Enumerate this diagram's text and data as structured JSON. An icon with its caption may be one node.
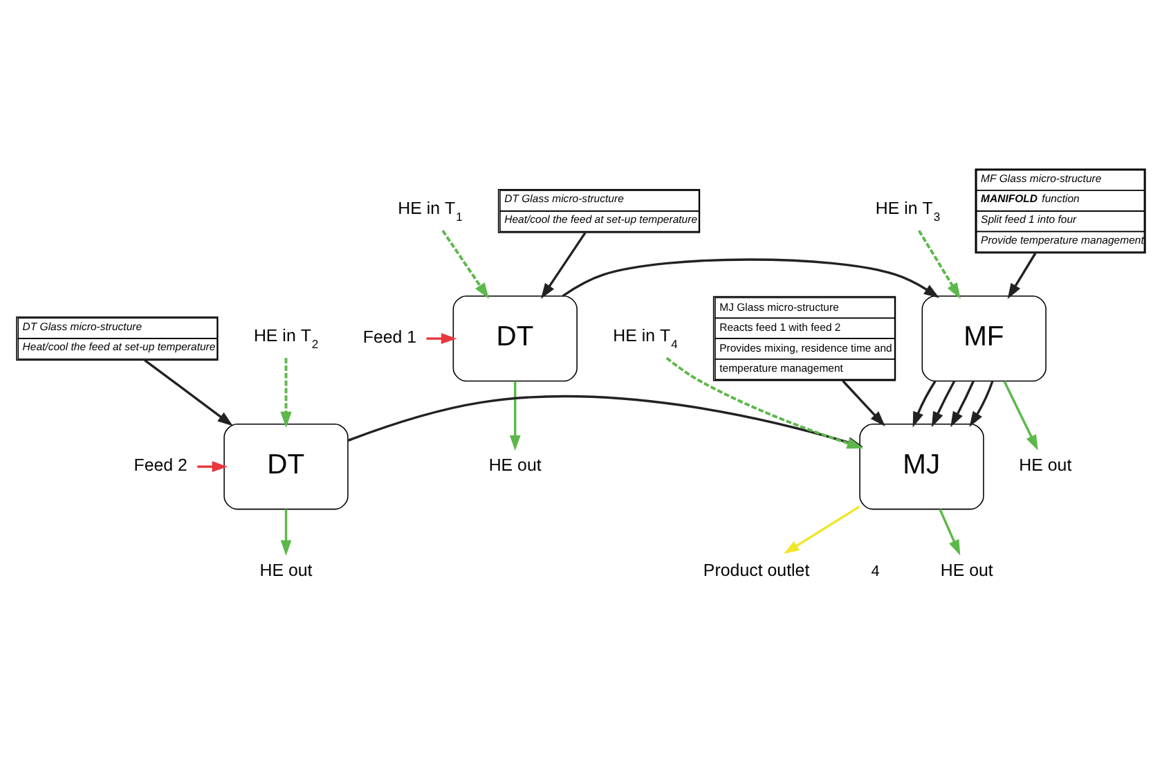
{
  "diagram": {
    "nodes": [
      {
        "text": [
          "HE in T$_{1}$"
        ]
      },
      {
        "text": [
          "HE out"
        ]
      },
      {
        "text": [
          "HE in T$_{3}$"
        ]
      },
      {
        "text": [
          "HE out"
        ]
      },
      {
        "text": [
          "MF Glass micro-structure",
          "**MANIFOLD** function",
          "Split feed 1 into four",
          "Provide temperature management"
        ]
      },
      {
        "text": [
          "Feed 1"
        ]
      },
      {
        "text": [
          "DT"
        ]
      },
      {
        "text": [
          "MF"
        ]
      },
      {
        "text": [
          "HE in T$_{2}$"
        ]
      },
      {
        "text": [
          "HE out"
        ]
      },
      {
        "text": [
          "DT Glass micro-structure",
          "Heat/cool the feed at set-up temperature"
        ]
      },
      {
        "text": [
          "MJ"
        ]
      },
      {
        "text": [
          "Feed 2"
        ]
      },
      {
        "text": [
          "DT"
        ]
      },
      {
        "text": [
          "MJ Glass micro-structure",
          "Reacts feed 1 with feed 2",
          "Provides mixing, residence time and",
          "temperature management"
        ]
      },
      {
        "text": [
          "HE in T$_{4}$"
        ]
      },
      {
        "text": [
          "HE out"
        ]
      },
      {
        "text": [
          "DT Glass micro-structure",
          "Heat/cool the feed at set-up temperature"
        ]
      },
      {
        "text": [
          "Product outlet"
        ]
      }
    ],
    "edges": [
      {
        "from": 0,
        "to": 6,
        "arrow": "to",
        "style": "dashed",
        "color": "#5cb84a"
      },
      {
        "from": 6,
        "to": 1,
        "arrow": "to",
        "color": "#5cb84a"
      },
      {
        "from": 2,
        "to": 7,
        "arrow": "to",
        "style": "dashed",
        "color": "#5cb84a"
      },
      {
        "from": 7,
        "to": 3,
        "arrow": "to",
        "color": "#5cb84a"
      },
      {
        "from": 4,
        "to": 7,
        "arrow": "to"
      },
      {
        "from": 5,
        "to": 6,
        "arrow": "to",
        "color": "#e8383d"
      },
      {
        "from": 6,
        "to": 7,
        "arrow": "to"
      },
      {
        "from": 7,
        "to": 11,
        "arrow": "to"
      },
      {
        "from": 7,
        "to": 11,
        "arrow": "to"
      },
      {
        "from": 7,
        "to": 11,
        "arrow": "to"
      },
      {
        "from": 7,
        "to": 11,
        "arrow": "to"
      },
      {
        "from": 10,
        "to": 6,
        "arrow": "to"
      },
      {
        "from": 8,
        "to": 13,
        "arrow": "to",
        "style": "dashed",
        "color": "#5cb84a"
      },
      {
        "from": 13,
        "to": 9,
        "arrow": "to",
        "color": "#5cb84a"
      },
      {
        "from": 12,
        "to": 13,
        "arrow": "to",
        "color": "#e8383d"
      },
      {
        "from": 13,
        "to": 11,
        "arrow": "to"
      },
      {
        "from": 14,
        "to": 11,
        "arrow": "to"
      },
      {
        "from": 15,
        "to": 11,
        "arrow": "to",
        "style": "dashed",
        "color": "#5cb84a"
      },
      {
        "from": 11,
        "to": 16,
        "arrow": "to",
        "color": "#5cb84a"
      },
      {
        "from": 11,
        "to": 18,
        "arrow": "to",
        "color": "#f0e62a"
      },
      {
        "from": 17,
        "to": 13,
        "arrow": "to"
      }
    ],
    "labels": [
      "4"
    ]
  }
}
